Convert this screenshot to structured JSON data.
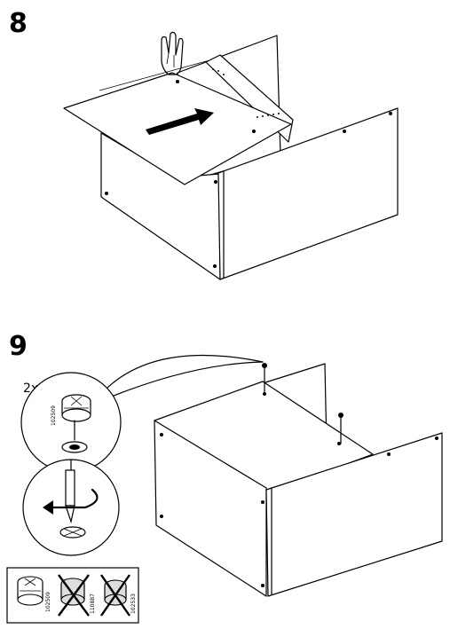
{
  "steps": [
    {
      "number": "8"
    },
    {
      "number": "9",
      "quantity": "2x"
    }
  ],
  "parts": {
    "cam_lock_detail": "102509",
    "legend": [
      {
        "part": "102509",
        "status": "allowed"
      },
      {
        "part": "110887",
        "status": "forbidden"
      },
      {
        "part": "102533",
        "status": "forbidden"
      }
    ]
  }
}
